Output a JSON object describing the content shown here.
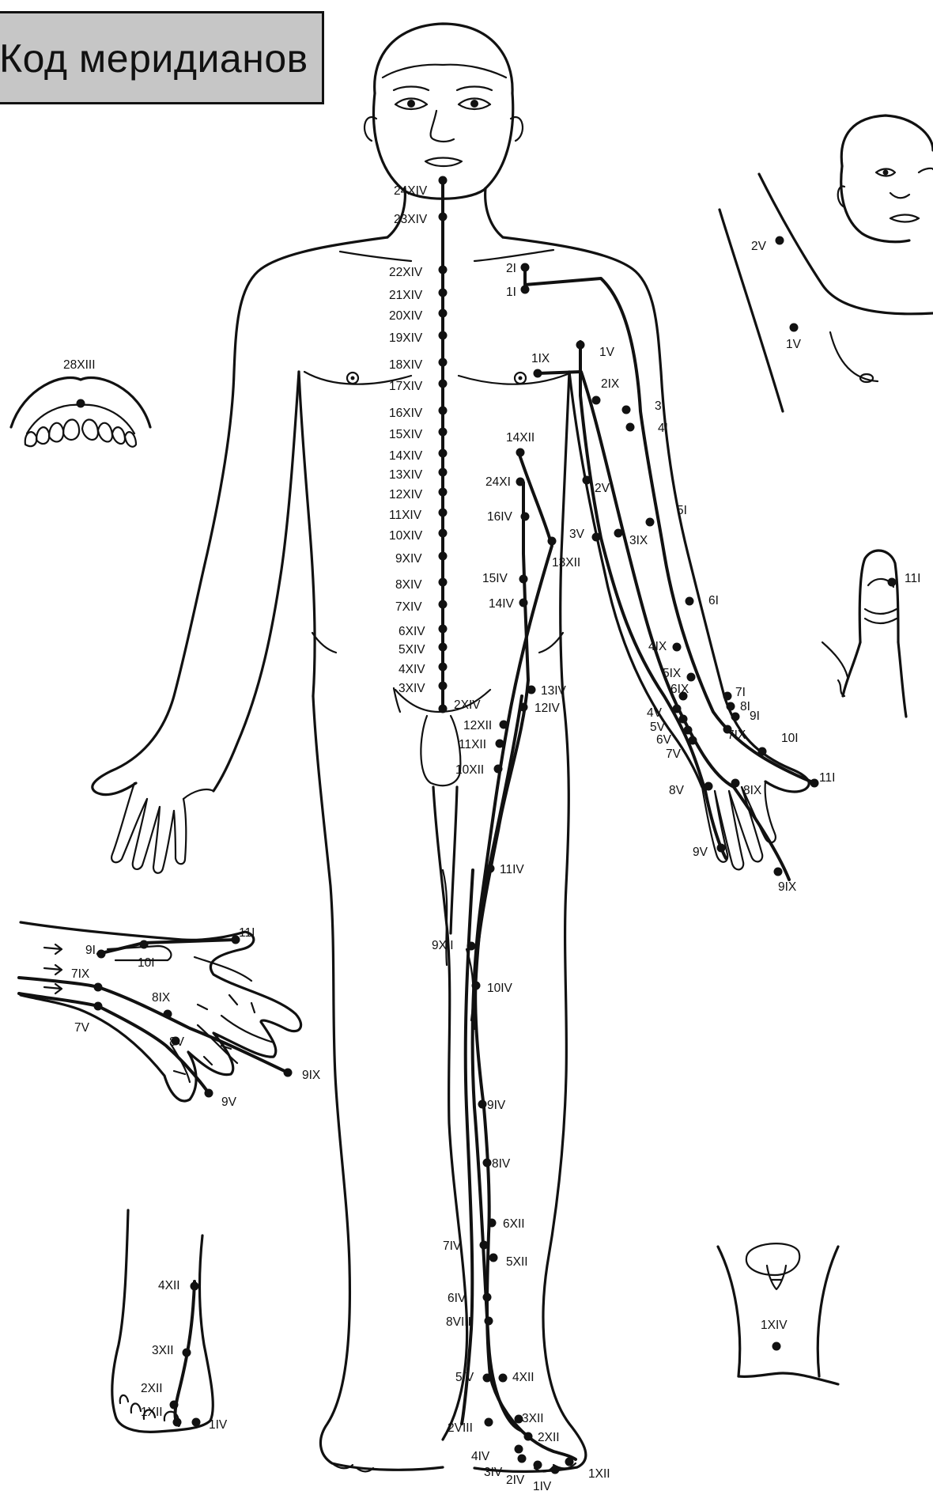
{
  "title": "Код меридианов",
  "points": [
    {
      "label": "24XIV"
    },
    {
      "label": "23XIV"
    },
    {
      "label": "22XIV"
    },
    {
      "label": "21XIV"
    },
    {
      "label": "20XIV"
    },
    {
      "label": "19XIV"
    },
    {
      "label": "18XIV"
    },
    {
      "label": "17XIV"
    },
    {
      "label": "16XIV"
    },
    {
      "label": "15XIV"
    },
    {
      "label": "14XIV"
    },
    {
      "label": "13XIV"
    },
    {
      "label": "12XIV"
    },
    {
      "label": "11XIV"
    },
    {
      "label": "10XIV"
    },
    {
      "label": "9XIV"
    },
    {
      "label": "8XIV"
    },
    {
      "label": "7XIV"
    },
    {
      "label": "6XIV"
    },
    {
      "label": "5XIV"
    },
    {
      "label": "4XIV"
    },
    {
      "label": "3XIV"
    },
    {
      "label": "2XIV"
    },
    {
      "label": "2I"
    },
    {
      "label": "1I"
    },
    {
      "label": "1IX"
    },
    {
      "label": "1V"
    },
    {
      "label": "2IX"
    },
    {
      "label": "3I"
    },
    {
      "label": "4I"
    },
    {
      "label": "14XII"
    },
    {
      "label": "24XI"
    },
    {
      "label": "16IV"
    },
    {
      "label": "15IV"
    },
    {
      "label": "14IV"
    },
    {
      "label": "13IV"
    },
    {
      "label": "12IV"
    },
    {
      "label": "12XII"
    },
    {
      "label": "11XII"
    },
    {
      "label": "10XII"
    },
    {
      "label": "2V"
    },
    {
      "label": "3V"
    },
    {
      "label": "13XII"
    },
    {
      "label": "3IX"
    },
    {
      "label": "5I"
    },
    {
      "label": "6I"
    },
    {
      "label": "4IX"
    },
    {
      "label": "5IX"
    },
    {
      "label": "6IX"
    },
    {
      "label": "4V"
    },
    {
      "label": "5V"
    },
    {
      "label": "6V"
    },
    {
      "label": "7V"
    },
    {
      "label": "7I"
    },
    {
      "label": "8I"
    },
    {
      "label": "9I"
    },
    {
      "label": "7IX"
    },
    {
      "label": "10I"
    },
    {
      "label": "11I"
    },
    {
      "label": "8V"
    },
    {
      "label": "8IX"
    },
    {
      "label": "9V"
    },
    {
      "label": "9IX"
    },
    {
      "label": "11IV"
    },
    {
      "label": "9XII"
    },
    {
      "label": "10IV"
    },
    {
      "label": "9IV"
    },
    {
      "label": "8IV"
    },
    {
      "label": "6XII"
    },
    {
      "label": "7IV"
    },
    {
      "label": "5XII"
    },
    {
      "label": "6IV"
    },
    {
      "label": "8VIII"
    },
    {
      "label": "5IV"
    },
    {
      "label": "4XII"
    },
    {
      "label": "2VIII"
    },
    {
      "label": "3XII"
    },
    {
      "label": "2XII"
    },
    {
      "label": "4IV"
    },
    {
      "label": "3IV"
    },
    {
      "label": "2IV"
    },
    {
      "label": "1IV"
    },
    {
      "label": "1XII"
    }
  ],
  "insets": {
    "head": {
      "points": [
        {
          "label": "2V"
        },
        {
          "label": "1V"
        }
      ]
    },
    "mouth": {
      "points": [
        {
          "label": "28XIII"
        }
      ]
    },
    "thumb": {
      "points": [
        {
          "label": "11I"
        }
      ]
    },
    "hand": {
      "points": [
        {
          "label": "11I"
        },
        {
          "label": "9I"
        },
        {
          "label": "10I"
        },
        {
          "label": "7IX"
        },
        {
          "label": "8IX"
        },
        {
          "label": "7V"
        },
        {
          "label": "8V"
        },
        {
          "label": "9IX"
        },
        {
          "label": "9V"
        }
      ]
    },
    "foot": {
      "points": [
        {
          "label": "4XII"
        },
        {
          "label": "3XII"
        },
        {
          "label": "2XII"
        },
        {
          "label": "1XII"
        },
        {
          "label": "1IV"
        }
      ]
    },
    "perineum": {
      "points": [
        {
          "label": "1XIV"
        }
      ]
    }
  }
}
